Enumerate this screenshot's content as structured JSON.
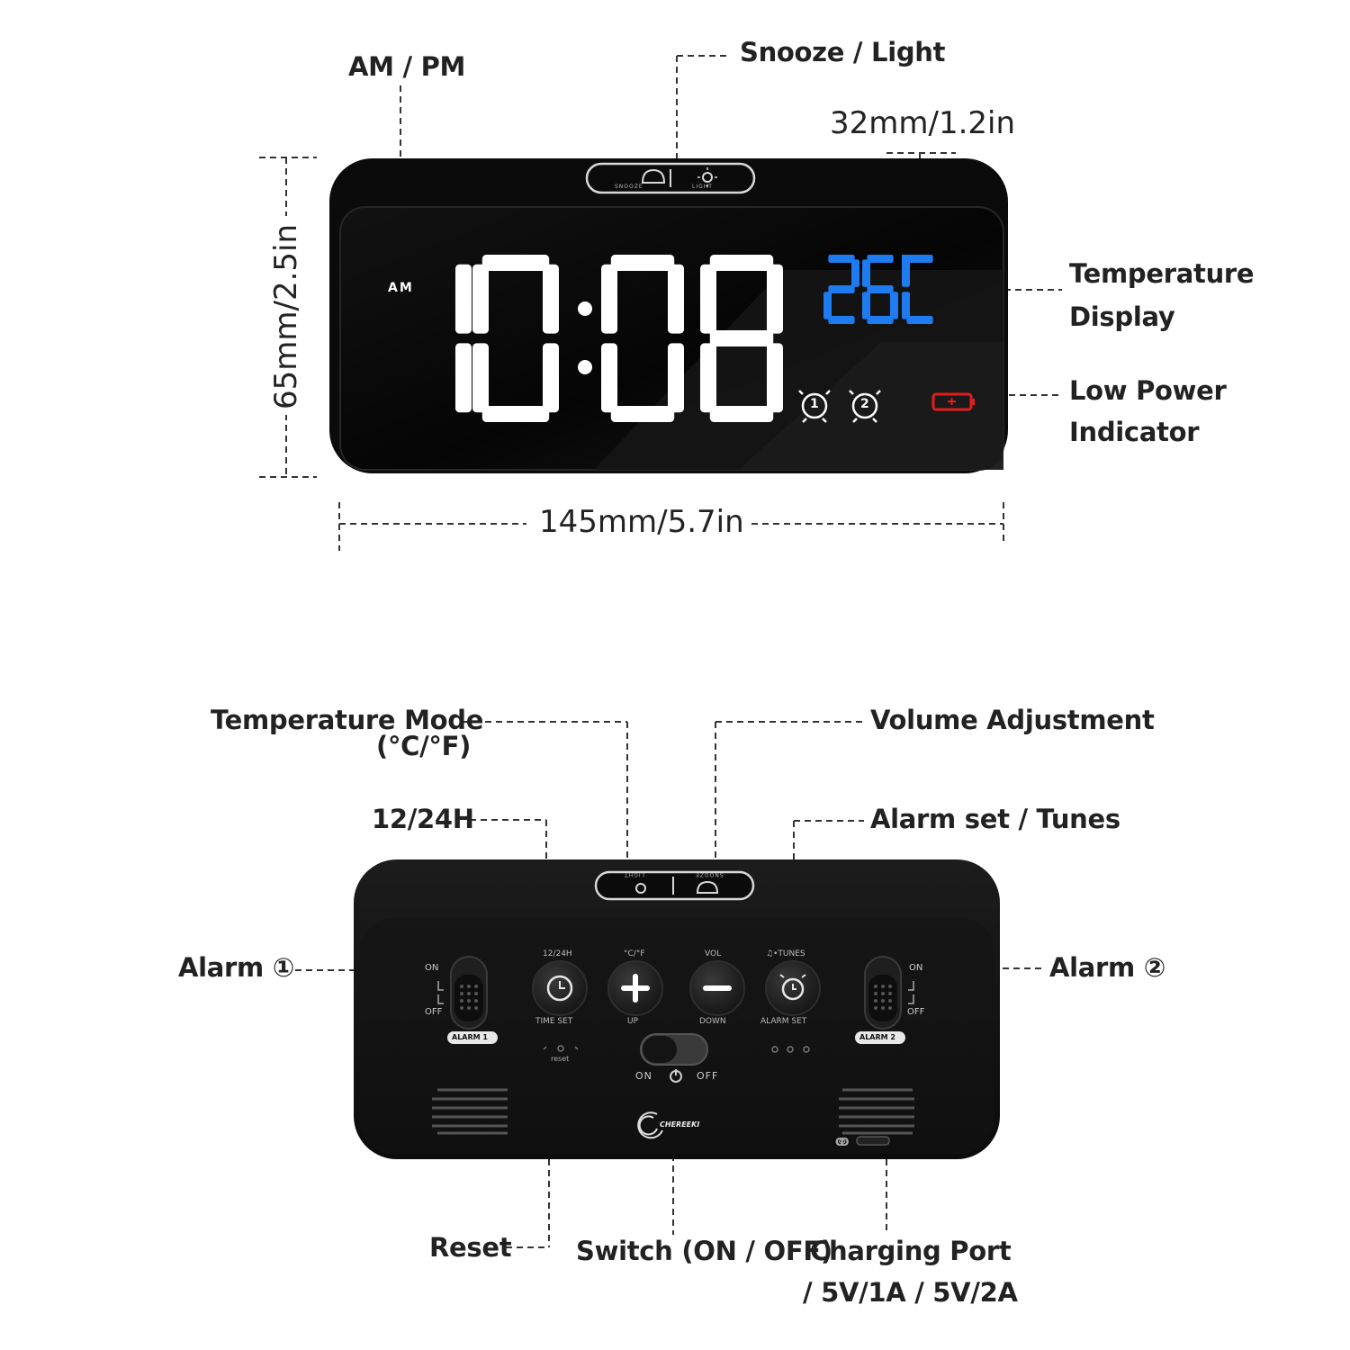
{
  "front": {
    "labels": {
      "am_pm": "AM / PM",
      "snooze_light": "Snooze / Light",
      "depth_dimension": "32mm/1.2in",
      "height_dimension": "65mm/2.5in",
      "width_dimension": "145mm/5.7in",
      "temperature_display": [
        "Temperature",
        "Display"
      ],
      "low_power_indicator": [
        "Low Power",
        "Indicator"
      ]
    },
    "display": {
      "time": "10:08",
      "am_indicator": "AM",
      "temperature": "26℃",
      "alarm_icons": [
        "1",
        "2"
      ],
      "top_button_labels": [
        "SNOOZE",
        "LIGHT"
      ],
      "time_color": "#ffffff",
      "temperature_color": "#1e7cf0",
      "low_power_color": "#e01e1e"
    }
  },
  "back": {
    "labels": {
      "temperature_mode": [
        "Temperature Mode",
        "(°C/°F)"
      ],
      "volume_adjustment": "Volume Adjustment",
      "h12_24": "12/24H",
      "alarm_set_tunes": "Alarm set / Tunes",
      "alarm_1": "Alarm ①",
      "alarm_2": "Alarm ②",
      "reset": "Reset",
      "switch": "Switch (ON / OFF)",
      "charging_port": [
        "Charging Port",
        "/ 5V/1A / 5V/2A"
      ]
    },
    "panel": {
      "top_button_labels": [
        "LIGHT",
        "SNOOZE"
      ],
      "switch_left": {
        "on": "ON",
        "off": "OFF",
        "name": "ALARM 1"
      },
      "switch_right": {
        "on": "ON",
        "off": "OFF",
        "name": "ALARM 2"
      },
      "buttons": [
        {
          "top": "12/24H",
          "bottom": "TIME SET"
        },
        {
          "top": "°C/°F",
          "bottom": "UP"
        },
        {
          "top": "VOL",
          "bottom": "DOWN"
        },
        {
          "top": "♫•TUNES",
          "bottom": "ALARM SET"
        }
      ],
      "reset_label": "reset",
      "power": {
        "on": "ON",
        "off": "OFF"
      },
      "brand": "CHEREEKI"
    }
  }
}
